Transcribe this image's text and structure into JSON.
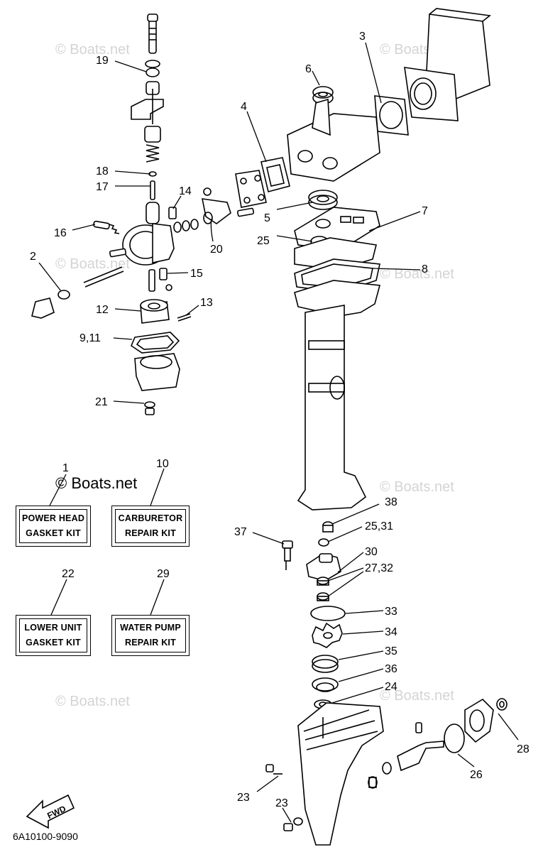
{
  "watermark": "© Boats.net",
  "diagram_code": "6A10100-9090",
  "fwd_label": "FWD",
  "callouts": [
    {
      "id": "c1",
      "text": "1"
    },
    {
      "id": "c2",
      "text": "2"
    },
    {
      "id": "c3",
      "text": "3"
    },
    {
      "id": "c4",
      "text": "4"
    },
    {
      "id": "c5",
      "text": "5"
    },
    {
      "id": "c6",
      "text": "6"
    },
    {
      "id": "c7",
      "text": "7"
    },
    {
      "id": "c8",
      "text": "8"
    },
    {
      "id": "c9_11",
      "text": "9,11"
    },
    {
      "id": "c10",
      "text": "10"
    },
    {
      "id": "c12",
      "text": "12"
    },
    {
      "id": "c13",
      "text": "13"
    },
    {
      "id": "c14",
      "text": "14"
    },
    {
      "id": "c15",
      "text": "15"
    },
    {
      "id": "c16",
      "text": "16"
    },
    {
      "id": "c17",
      "text": "17"
    },
    {
      "id": "c18",
      "text": "18"
    },
    {
      "id": "c19",
      "text": "19"
    },
    {
      "id": "c20",
      "text": "20"
    },
    {
      "id": "c21",
      "text": "21"
    },
    {
      "id": "c22",
      "text": "22"
    },
    {
      "id": "c23a",
      "text": "23"
    },
    {
      "id": "c23b",
      "text": "23"
    },
    {
      "id": "c24",
      "text": "24"
    },
    {
      "id": "c25",
      "text": "25"
    },
    {
      "id": "c25_31",
      "text": "25,31"
    },
    {
      "id": "c26",
      "text": "26"
    },
    {
      "id": "c27_32",
      "text": "27,32"
    },
    {
      "id": "c28",
      "text": "28"
    },
    {
      "id": "c29",
      "text": "29"
    },
    {
      "id": "c30",
      "text": "30"
    },
    {
      "id": "c33",
      "text": "33"
    },
    {
      "id": "c34",
      "text": "34"
    },
    {
      "id": "c35",
      "text": "35"
    },
    {
      "id": "c36",
      "text": "36"
    },
    {
      "id": "c37",
      "text": "37"
    },
    {
      "id": "c38",
      "text": "38"
    }
  ],
  "kits": [
    {
      "id": "power-head",
      "lines": [
        "POWER HEAD",
        "GASKET KIT"
      ]
    },
    {
      "id": "carburetor",
      "lines": [
        "CARBURETOR",
        "REPAIR KIT"
      ]
    },
    {
      "id": "lower-unit",
      "lines": [
        "LOWER UNIT",
        "GASKET KIT"
      ]
    },
    {
      "id": "water-pump",
      "lines": [
        "WATER PUMP",
        "REPAIR KIT"
      ]
    }
  ]
}
